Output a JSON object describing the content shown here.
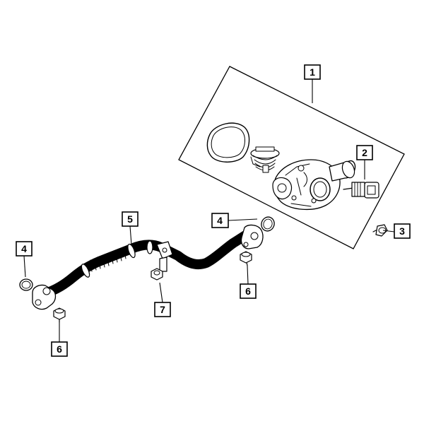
{
  "diagram": {
    "callouts": [
      {
        "id": "c1",
        "label": "1"
      },
      {
        "id": "c2",
        "label": "2"
      },
      {
        "id": "c3",
        "label": "3"
      },
      {
        "id": "c4a",
        "label": "4"
      },
      {
        "id": "c4b",
        "label": "4"
      },
      {
        "id": "c5",
        "label": "5"
      },
      {
        "id": "c6a",
        "label": "6"
      },
      {
        "id": "c6b",
        "label": "6"
      },
      {
        "id": "c7",
        "label": "7"
      }
    ]
  }
}
